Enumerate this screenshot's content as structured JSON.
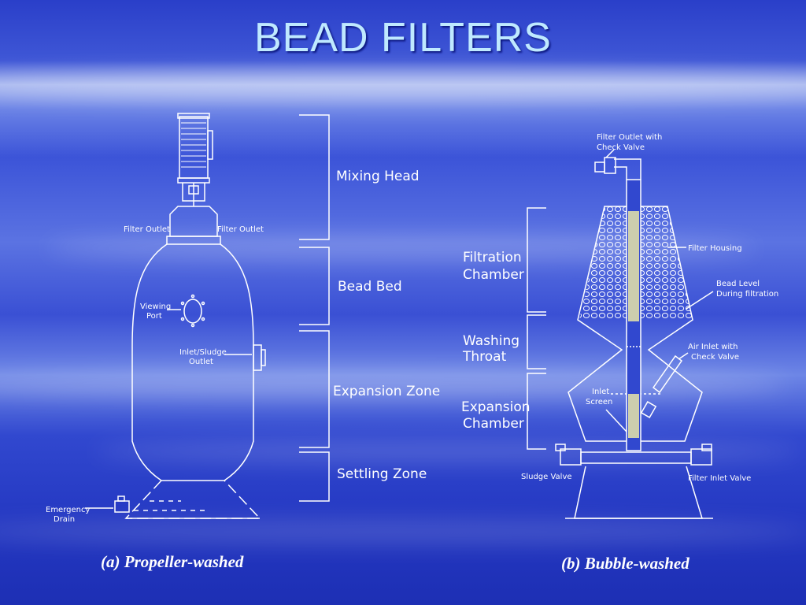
{
  "title": "BEAD FILTERS",
  "diagram_a": {
    "caption": "(a)  Propeller-washed",
    "zones": [
      "Mixing Head",
      "Bead Bed",
      "Expansion Zone",
      "Settling Zone"
    ],
    "callouts": {
      "filter_outlet_left": "Filter Outlet",
      "filter_outlet_right": "Filter Outlet",
      "viewing_port_1": "Viewing",
      "viewing_port_2": "Port",
      "inlet_sludge_1": "Inlet/Sludge",
      "inlet_sludge_2": "Outlet",
      "emergency_drain_1": "Emergency",
      "emergency_drain_2": "Drain"
    }
  },
  "diagram_b": {
    "caption": "(b) Bubble-washed",
    "zones": [
      {
        "line1": "Filtration",
        "line2": "Chamber"
      },
      {
        "line1": "Washing",
        "line2": "Throat"
      },
      {
        "line1": "Expansion",
        "line2": "Chamber"
      }
    ],
    "callouts": {
      "filter_outlet_1": "Filter Outlet with",
      "filter_outlet_2": "Check Valve",
      "filter_housing": "Filter Housing",
      "bead_level_1": "Bead Level",
      "bead_level_2": "During filtration",
      "air_inlet_1": "Air Inlet with",
      "air_inlet_2": "Check Valve",
      "inlet_screen_1": "Inlet",
      "inlet_screen_2": "Screen",
      "sludge_valve": "Sludge Valve",
      "filter_inlet_valve": "Filter Inlet Valve"
    }
  }
}
